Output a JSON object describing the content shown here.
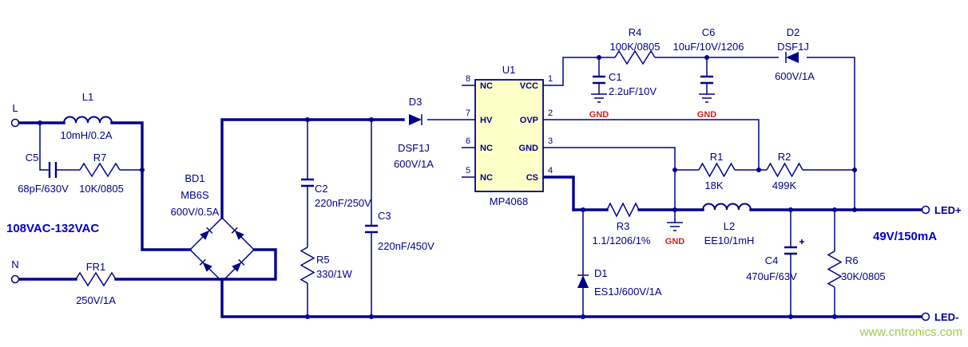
{
  "colors": {
    "wire": "#00008B",
    "ic_fill": "#FFFFC8",
    "gnd_red": "#CC2222",
    "accent_blue": "#0000CC",
    "watermark_green": "#A4C94B",
    "background": "#FFFFFF"
  },
  "io": {
    "line": "L",
    "neutral": "N",
    "input_rating": "108VAC-132VAC",
    "led_plus": "LED+",
    "led_minus": "LED-",
    "output_rating": "49V/150mA"
  },
  "gnd_label": "GND",
  "watermark": "www.cntronics.com",
  "ic": {
    "ref": "U1",
    "part": "MP4068",
    "pins_left": [
      {
        "num": "8",
        "name": "NC"
      },
      {
        "num": "7",
        "name": "HV"
      },
      {
        "num": "6",
        "name": "NC"
      },
      {
        "num": "5",
        "name": "NC"
      }
    ],
    "pins_right": [
      {
        "num": "1",
        "name": "VCC"
      },
      {
        "num": "2",
        "name": "OVP"
      },
      {
        "num": "3",
        "name": "GND"
      },
      {
        "num": "4",
        "name": "CS"
      }
    ]
  },
  "components": {
    "L1": {
      "ref": "L1",
      "value": "10mH/0.2A"
    },
    "C5": {
      "ref": "C5",
      "value": "68pF/630V"
    },
    "R7": {
      "ref": "R7",
      "value": "10K/0805"
    },
    "FR1": {
      "ref": "FR1",
      "value": "250V/1A"
    },
    "BD1": {
      "ref": "BD1",
      "part": "MB6S",
      "value": "600V/0.5A"
    },
    "C2": {
      "ref": "C2",
      "value": "220nF/250V"
    },
    "R5": {
      "ref": "R5",
      "value": "330/1W"
    },
    "C3": {
      "ref": "C3",
      "value": "220nF/450V"
    },
    "D3": {
      "ref": "D3",
      "part": "DSF1J",
      "value": "600V/1A"
    },
    "C1": {
      "ref": "C1",
      "value": "2.2uF/10V"
    },
    "R4": {
      "ref": "R4",
      "value": "100K/0805"
    },
    "C6": {
      "ref": "C6",
      "value": "10uF/10V/1206"
    },
    "D2": {
      "ref": "D2",
      "part": "DSF1J",
      "value": "600V/1A"
    },
    "R1": {
      "ref": "R1",
      "value": "18K"
    },
    "R2": {
      "ref": "R2",
      "value": "499K"
    },
    "R3": {
      "ref": "R3",
      "value": "1.1/1206/1%"
    },
    "L2": {
      "ref": "L2",
      "value": "EE10/1mH"
    },
    "C4": {
      "ref": "C4",
      "value": "470uF/63V"
    },
    "R6": {
      "ref": "R6",
      "value": "30K/0805"
    },
    "D1": {
      "ref": "D1",
      "value": "ES1J/600V/1A"
    }
  }
}
